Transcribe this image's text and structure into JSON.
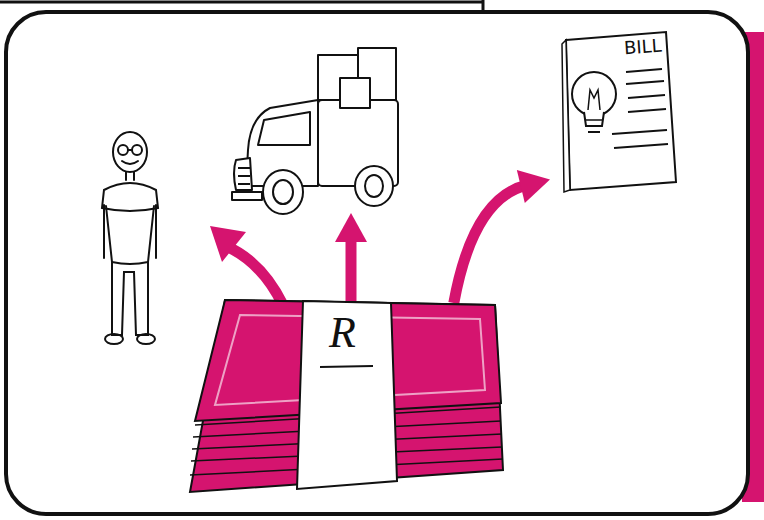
{
  "diagram": {
    "nodes": [
      {
        "text": [
          "BILL"
        ]
      },
      {
        "text": [
          "R"
        ]
      }
    ],
    "edges": [
      {
        "from": 1,
        "to": 0,
        "arrow": "to"
      }
    ]
  }
}
